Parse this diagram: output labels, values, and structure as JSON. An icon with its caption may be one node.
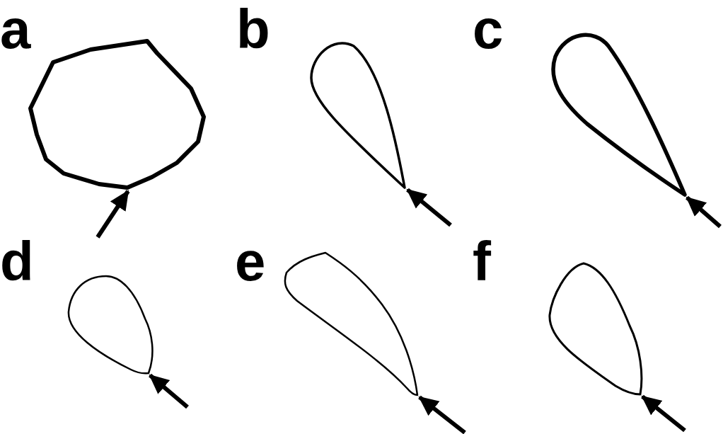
{
  "diagram": {
    "nodes": [
      {
        "text": [],
        "shape": "blob"
      },
      {
        "text": [],
        "shape": "blob"
      },
      {
        "text": [],
        "shape": "blob"
      },
      {
        "text": [],
        "shape": "blob"
      },
      {
        "text": [],
        "shape": "blob"
      },
      {
        "text": [],
        "shape": "blob"
      }
    ],
    "edges": [
      {
        "from": null,
        "to": 0,
        "arrow": "to"
      },
      {
        "from": null,
        "to": 1,
        "arrow": "to"
      },
      {
        "from": null,
        "to": 2,
        "arrow": "to"
      },
      {
        "from": null,
        "to": 3,
        "arrow": "to"
      },
      {
        "from": null,
        "to": 4,
        "arrow": "to"
      },
      {
        "from": null,
        "to": 5,
        "arrow": "to"
      }
    ],
    "labels": [
      "a",
      "b",
      "c",
      "d",
      "e",
      "f"
    ]
  }
}
